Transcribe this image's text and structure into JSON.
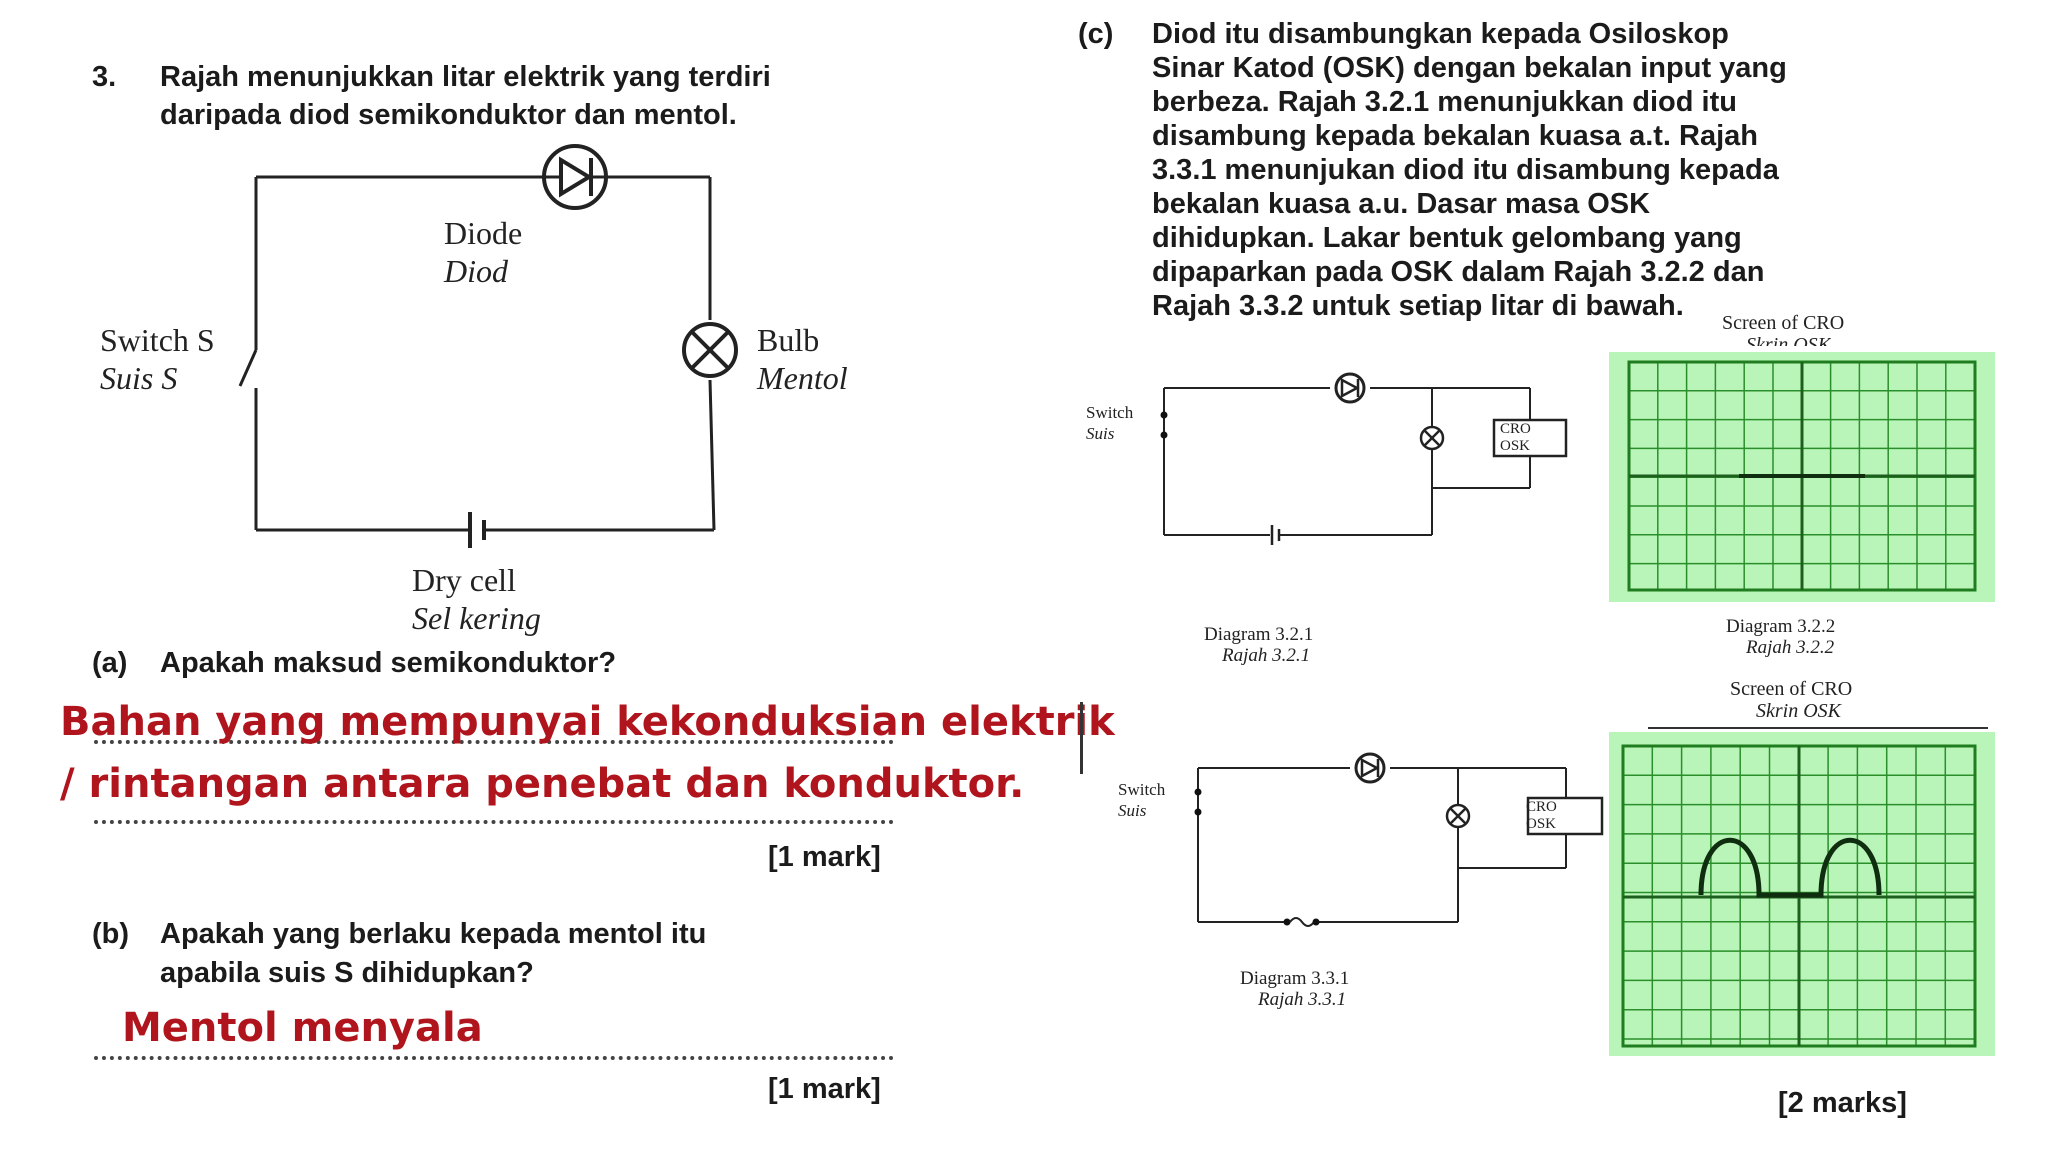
{
  "question": {
    "number": "3.",
    "stem_line1": "Rajah menunjukkan litar elektrik yang terdiri",
    "stem_line2": "daripada diod semikonduktor dan mentol."
  },
  "circuit_main": {
    "diode_en": "Diode",
    "diode_ms": "Diod",
    "switch_en": "Switch S",
    "switch_ms": "Suis S",
    "bulb_en": "Bulb",
    "bulb_ms": "Mentol",
    "cell_en": "Dry cell",
    "cell_ms": "Sel kering"
  },
  "part_a": {
    "label": "(a)",
    "question": "Apakah maksud semikonduktor?",
    "answer_line1": "Bahan yang mempunyai kekonduksian elektrik",
    "answer_line2": "/ rintangan antara penebat dan konduktor.",
    "marks": "[1 mark]"
  },
  "part_b": {
    "label": "(b)",
    "question_line1": "Apakah yang berlaku kepada mentol itu",
    "question_line2": "apabila suis S dihidupkan?",
    "answer": "Mentol menyala",
    "marks": "[1 mark]"
  },
  "part_c": {
    "label": "(c)",
    "lines": [
      "Diod itu disambungkan kepada Osiloskop",
      "Sinar Katod (OSK) dengan bekalan input yang",
      "berbeza.  Rajah 3.2.1 menunjukkan diod itu",
      "disambung kepada bekalan kuasa a.t.  Rajah",
      "3.3.1 menunjukan diod itu disambung kepada",
      "bekalan kuasa a.u.  Dasar masa OSK",
      "dihidupkan.  Lakar bentuk gelombang yang",
      "dipaparkan pada OSK dalam Rajah 3.2.2 dan",
      "Rajah 3.3.2 untuk setiap litar di bawah."
    ],
    "marks": "[2 marks]"
  },
  "diagram_321": {
    "switch_en": "Switch",
    "switch_ms": "Suis",
    "cro_en": "CRO",
    "cro_ms": "OSK",
    "caption_en": "Diagram 3.2.1",
    "caption_ms": "Rajah 3.2.1"
  },
  "diagram_322": {
    "screen_en": "Screen of CRO",
    "screen_ms": "Skrin OSK",
    "caption_en": "Diagram 3.2.2",
    "caption_ms": "Rajah 3.2.2"
  },
  "diagram_331": {
    "switch_en": "Switch",
    "switch_ms": "Suis",
    "cro_en": "CRO",
    "cro_ms": "OSK",
    "caption_en": "Diagram 3.3.1",
    "caption_ms": "Rajah 3.3.1"
  },
  "diagram_332": {
    "screen_en": "Screen of CRO",
    "screen_ms": "Skrin OSK"
  },
  "colors": {
    "answer_red": "#b0141c",
    "screen_green": "#b9f5b9",
    "grid_green": "#2a8f2a"
  }
}
